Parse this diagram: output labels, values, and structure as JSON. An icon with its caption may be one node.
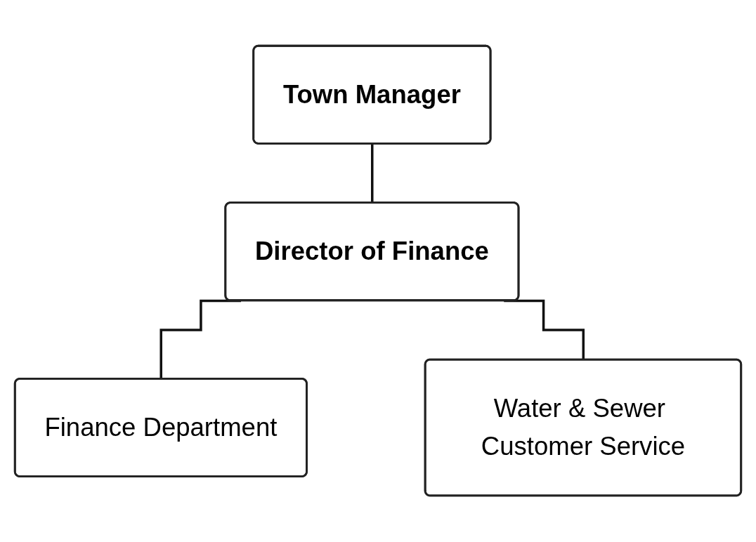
{
  "diagram": {
    "nodes": [
      {
        "text": [
          "Town Manager"
        ]
      },
      {
        "text": [
          "Director of Finance"
        ]
      },
      {
        "text": [
          "Finance Department"
        ]
      },
      {
        "text": [
          "Water & Sewer Customer Service"
        ]
      }
    ],
    "edges": [
      {
        "from": 0,
        "to": 1,
        "arrow": "none"
      },
      {
        "from": 1,
        "to": 2,
        "arrow": "none"
      },
      {
        "from": 1,
        "to": 3,
        "arrow": "none"
      }
    ]
  }
}
